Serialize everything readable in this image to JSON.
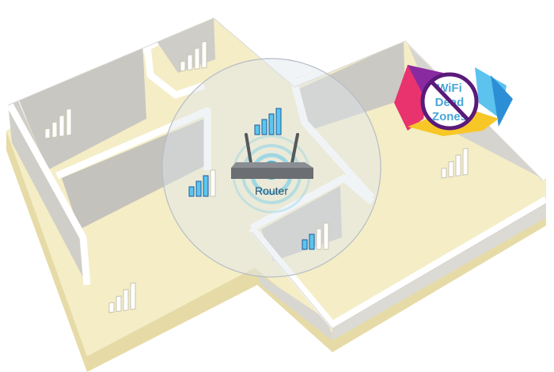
{
  "router": {
    "label": "Router"
  },
  "badge": {
    "line1": "WiFi",
    "line2": "Dead",
    "line3": "Zones"
  },
  "colors": {
    "floor": "#f4edc6",
    "floor_edge": "#e6dba6",
    "wall_top": "#ffffff",
    "wall_face": "#c9c7c2",
    "signal_on": "#5bc6ef",
    "signal_off": "#ffffff",
    "signal_outline": "#1b5a9a",
    "router_body": "#6b6e72",
    "badge_ring": "#5a1a7a",
    "badge_text": "#4aa6d8"
  },
  "signals": [
    {
      "room": "top-left-room",
      "level": 0,
      "max": 4
    },
    {
      "room": "top-small-room",
      "level": 0,
      "max": 4
    },
    {
      "room": "router",
      "level": 4,
      "max": 4
    },
    {
      "room": "near-router-left",
      "level": 3,
      "max": 4
    },
    {
      "room": "small-center-room",
      "level": 2,
      "max": 4
    },
    {
      "room": "right-room",
      "level": 0,
      "max": 4
    },
    {
      "room": "bottom-left-room",
      "level": 0,
      "max": 4
    }
  ]
}
